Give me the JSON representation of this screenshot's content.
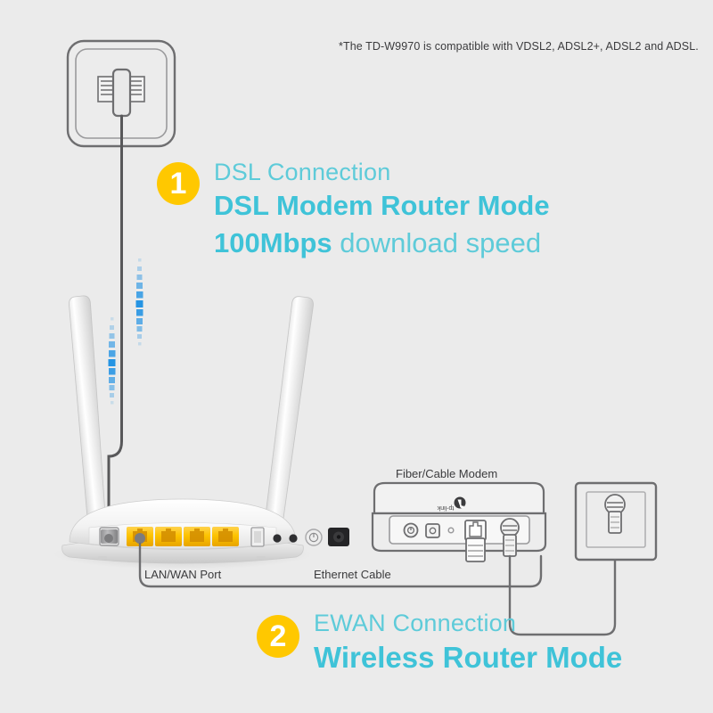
{
  "disclaimer": "*The TD-W9970 is compatible with VDSL2, ADSL2+, ADSL2 and ADSL.",
  "callouts": [
    {
      "number": "1",
      "subtitle": "DSL Connection",
      "title": "DSL Modem Router Mode",
      "speed_value": "100Mbps",
      "speed_suffix": " download speed"
    },
    {
      "number": "2",
      "subtitle": "EWAN Connection",
      "title": "Wireless Router Mode"
    }
  ],
  "labels": {
    "lan_wan_port": "LAN/WAN Port",
    "ethernet_cable": "Ethernet Cable",
    "fiber_cable_modem": "Fiber/Cable Modem"
  },
  "colors": {
    "background": "#ebebeb",
    "badge": "#ffc800",
    "accent_bold": "#3fc3d8",
    "accent_light": "#5ecbd9",
    "text_dark": "#3b3b3d",
    "port_yellow": "#fdc300",
    "line_gray": "#6e6e70",
    "signal_blue": "#1a8fe3"
  },
  "devices": {
    "wall_socket_dsl": "dsl-wall-socket",
    "router": "tp-link-router",
    "modem": "fiber-cable-modem",
    "wall_socket_coax": "coax-wall-outlet",
    "router_ports": [
      "dsl-port",
      "lan-port-1",
      "lan-port-2",
      "lan-port-3",
      "lan-port-4",
      "usb-port",
      "reset-button",
      "wps-button",
      "power-button",
      "power-jack"
    ]
  }
}
